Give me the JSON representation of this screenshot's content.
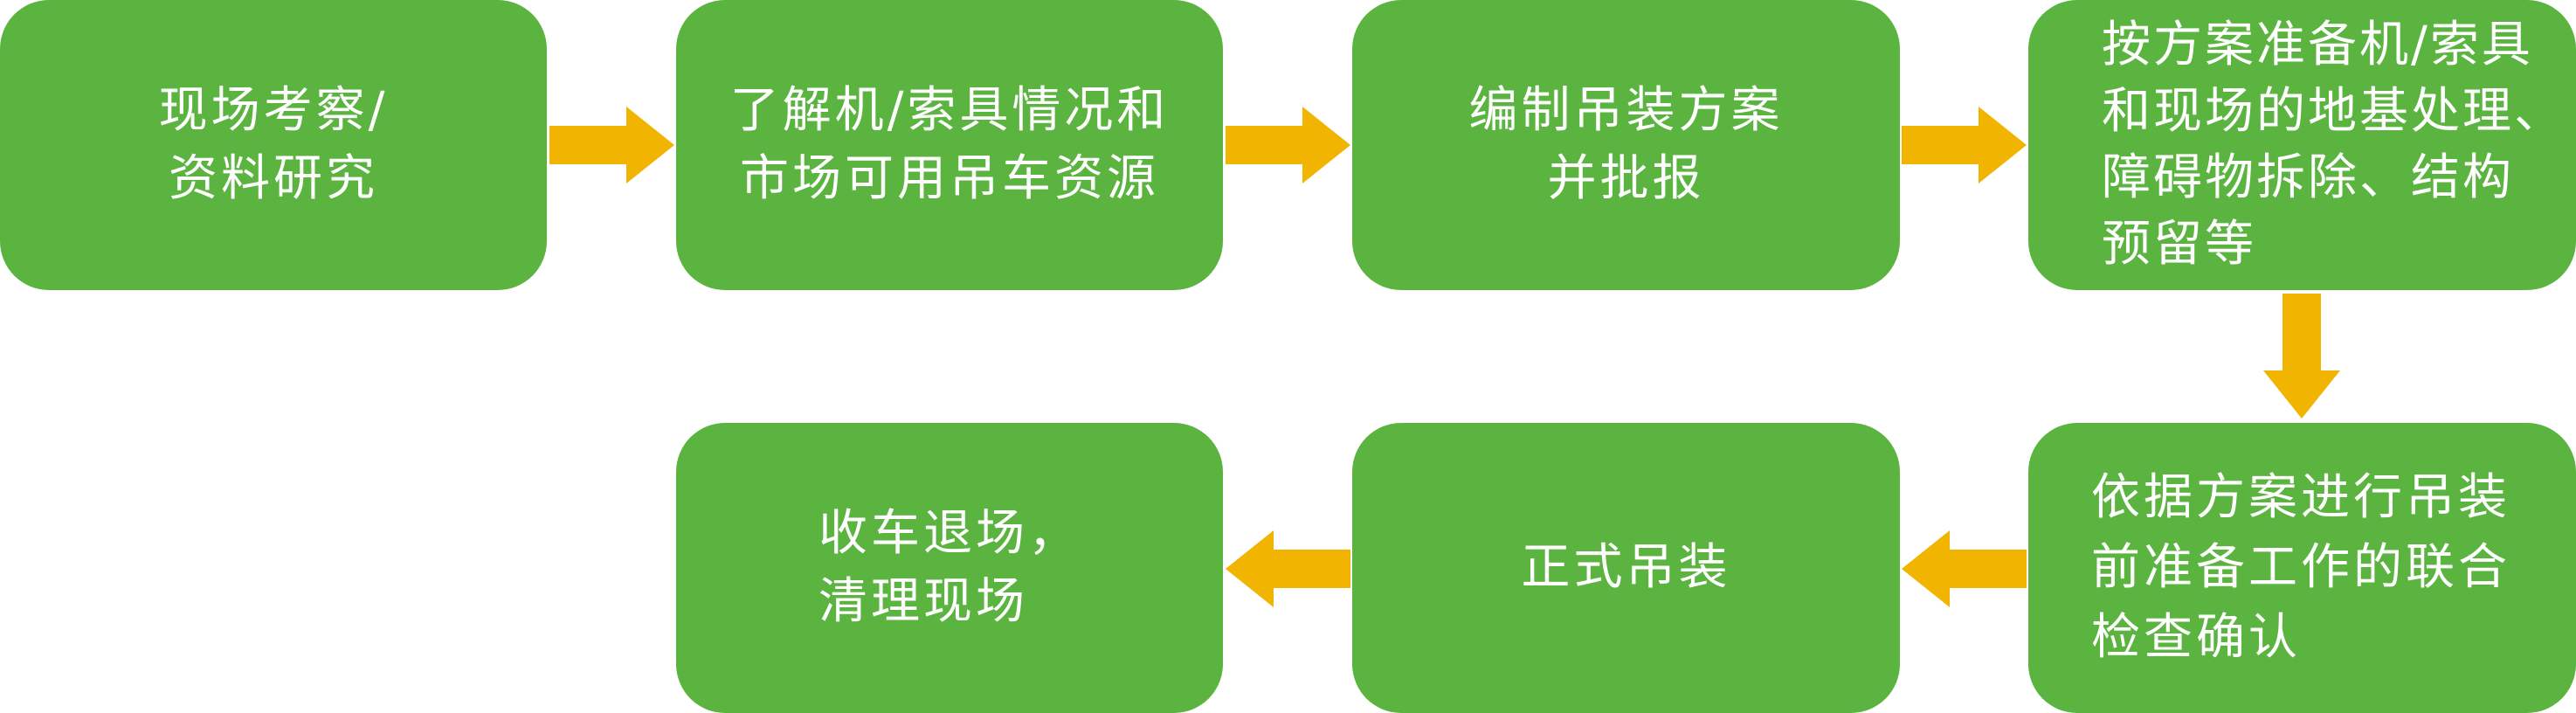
{
  "diagram": {
    "steps": [
      {
        "id": "s1",
        "text": "现场考察/\n资料研究"
      },
      {
        "id": "s2",
        "text": "了解机/索具情况和\n市场可用吊车资源"
      },
      {
        "id": "s3",
        "text": "编制吊装方案\n并批报"
      },
      {
        "id": "s4",
        "text": "按方案准备机/索具\n和现场的地基处理、\n障碍物拆除、结构\n预留等"
      },
      {
        "id": "s5",
        "text": "依据方案进行吊装\n前准备工作的联合\n检查确认"
      },
      {
        "id": "s6",
        "text": "正式吊装"
      },
      {
        "id": "s7",
        "text": "收车退场，\n清理现场"
      }
    ],
    "colors": {
      "box": "#5ab43f",
      "arrow": "#f1b400",
      "text": "#ffffff"
    }
  }
}
